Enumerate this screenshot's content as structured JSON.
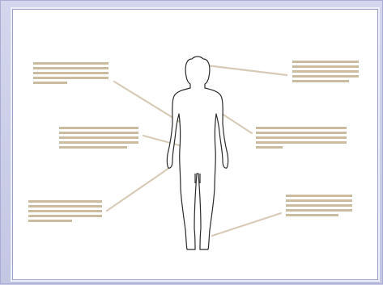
{
  "figure": {
    "icon": "human-body-outline"
  },
  "callout_placeholders": [
    {
      "id": "upper-left",
      "side": "left",
      "lines": 5
    },
    {
      "id": "middle-left",
      "side": "left",
      "lines": 5
    },
    {
      "id": "lower-left",
      "side": "left",
      "lines": 5
    },
    {
      "id": "upper-right",
      "side": "right",
      "lines": 5
    },
    {
      "id": "middle-right",
      "side": "right",
      "lines": 5
    },
    {
      "id": "lower-right",
      "side": "right",
      "lines": 5
    }
  ],
  "colors": {
    "placeholder": "#cbbb9f",
    "leader_line": "#d7cbb8",
    "outline": "#2b2b2b",
    "background": "#c9cbe6"
  }
}
